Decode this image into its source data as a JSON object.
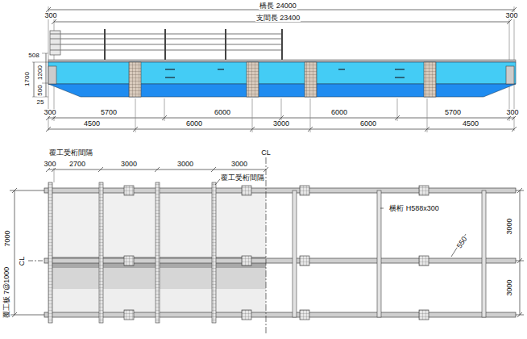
{
  "diagram": {
    "labels": [
      "橋長 24000",
      "300",
      "支間長 23400",
      "300",
      "508",
      "1700",
      "1200",
      "500",
      "25",
      "300",
      "5700",
      "6000",
      "6000",
      "5700",
      "300",
      "4500",
      "6000",
      "3000",
      "6000",
      "4500",
      "覆工受桁間隔",
      "CL",
      "300",
      "2700",
      "3000",
      "3000",
      "3000",
      "覆工受桁間隔",
      "7000",
      "CL",
      "覆工板 7@1000",
      "横桁 H588x300",
      "550",
      "3000",
      "3000"
    ]
  }
}
